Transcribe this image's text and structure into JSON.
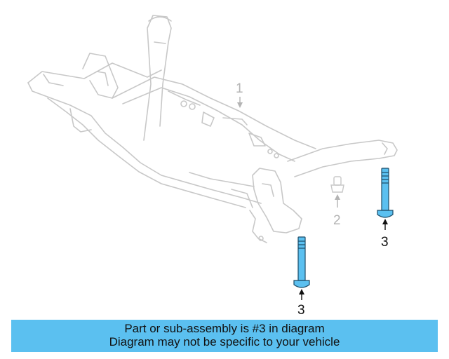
{
  "diagram": {
    "callouts": [
      {
        "number": "1",
        "highlighted": false
      },
      {
        "number": "2",
        "highlighted": false
      },
      {
        "number": "3",
        "highlighted": true
      },
      {
        "number": "3",
        "highlighted": true
      }
    ]
  },
  "banner": {
    "line1": "Part or sub-assembly is #3 in diagram",
    "line2": "Diagram may not be specific to your vehicle"
  },
  "colors": {
    "highlight": "#5bc0f0",
    "outline": "#c8c8c8",
    "banner_bg": "#5bc0f0",
    "text": "#111111"
  }
}
